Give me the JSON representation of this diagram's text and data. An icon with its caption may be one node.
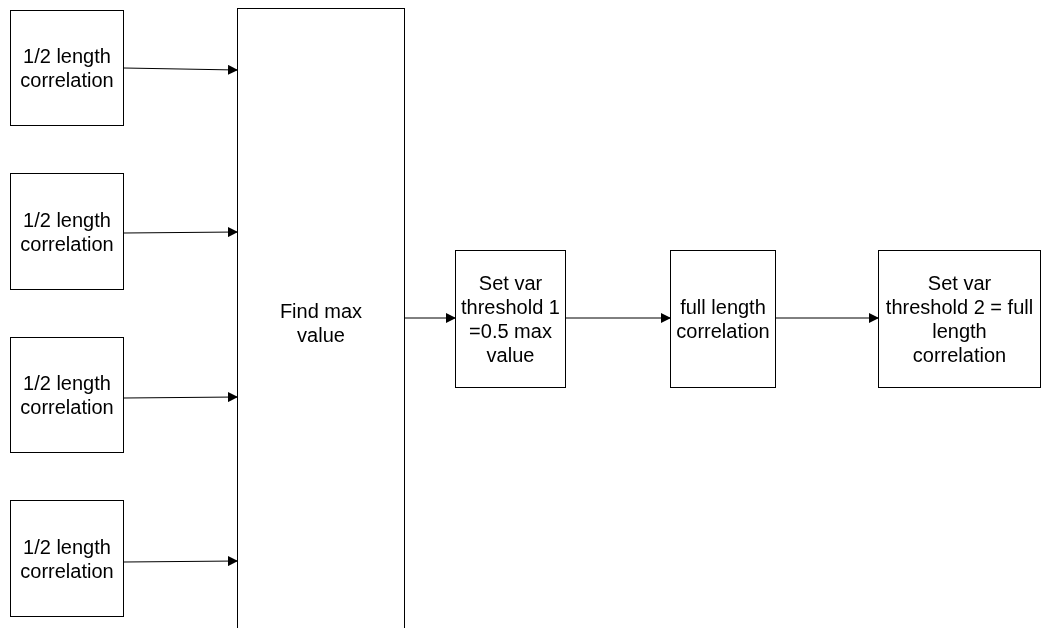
{
  "diagram": {
    "nodes": [
      {
        "text": [
          "1/2 length correlation"
        ]
      },
      {
        "text": [
          "1/2 length correlation"
        ]
      },
      {
        "text": [
          "1/2 length correlation"
        ]
      },
      {
        "text": [
          "1/2 length correlation"
        ]
      },
      {
        "text": [
          "Find max value"
        ]
      },
      {
        "text": [
          "Set var threshold 1 =0.5 max value"
        ]
      },
      {
        "text": [
          "full length correlation"
        ]
      },
      {
        "text": [
          "Set var threshold 2 = full length correlation"
        ]
      }
    ],
    "edges": [
      {
        "from": 0,
        "to": 4,
        "arrow": "to"
      },
      {
        "from": 1,
        "to": 4,
        "arrow": "to"
      },
      {
        "from": 2,
        "to": 4,
        "arrow": "to"
      },
      {
        "from": 3,
        "to": 4,
        "arrow": "to"
      },
      {
        "from": 4,
        "to": 5,
        "arrow": "to"
      },
      {
        "from": 5,
        "to": 6,
        "arrow": "to"
      },
      {
        "from": 6,
        "to": 7,
        "arrow": "to"
      }
    ]
  }
}
